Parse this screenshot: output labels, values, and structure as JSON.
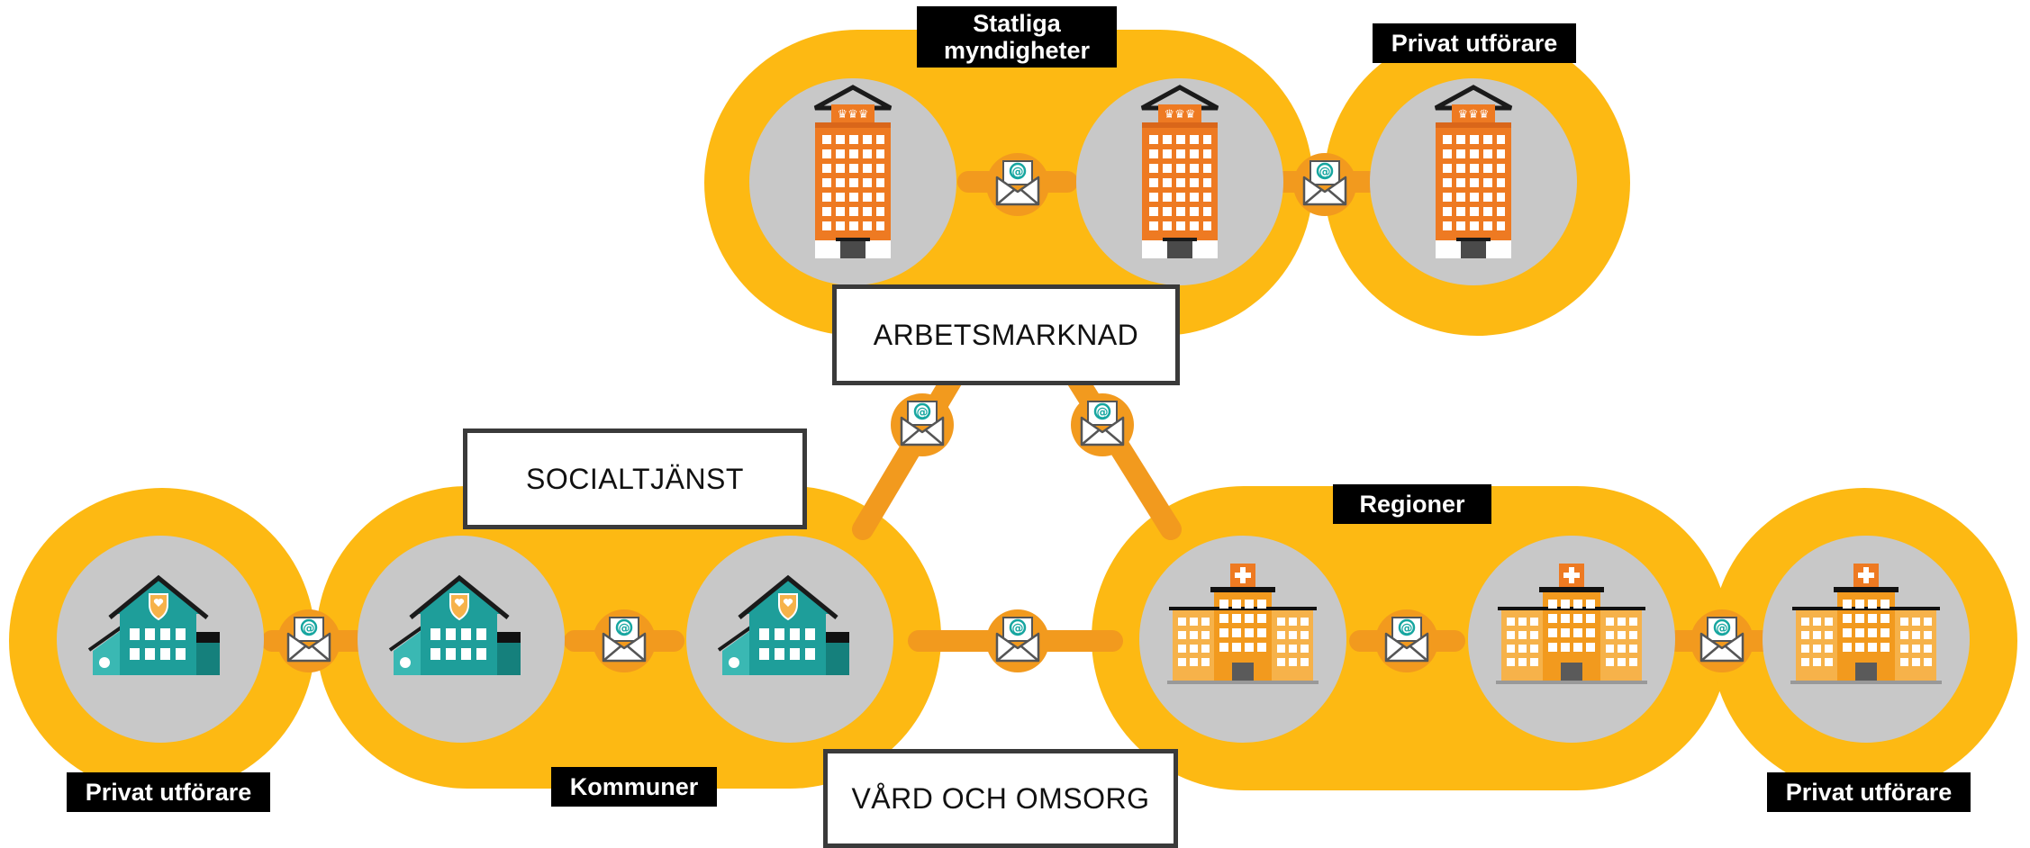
{
  "labels": {
    "statliga_myndigheter": "Statliga\nmyndigheter",
    "privat_top": "Privat utförare",
    "arbetsmarknad": "ARBETSMARKNAD",
    "socialtjanst": "SOCIALTJÄNST",
    "regioner": "Regioner",
    "kommuner": "Kommuner",
    "vard_och_omsorg": "VÅRD OCH OMSORG",
    "privat_left": "Privat utförare",
    "privat_right": "Privat utförare"
  },
  "icons": {
    "government": "government-building-icon",
    "municipal": "municipal-building-icon",
    "hospital": "hospital-building-icon",
    "mail": "mail-envelope-icon"
  },
  "colors": {
    "group_fill": "#FDB913",
    "node_fill": "#C8C8C8",
    "connector": "#F29A1E",
    "gov_building": "#EE7A22",
    "municipal_building": "#1E9E9A",
    "hospital_building": "#F6B24A",
    "envelope_at": "#17A6A0",
    "label_bg": "#000000",
    "label_text": "#FFFFFF",
    "box_border": "#3A3A3A"
  }
}
